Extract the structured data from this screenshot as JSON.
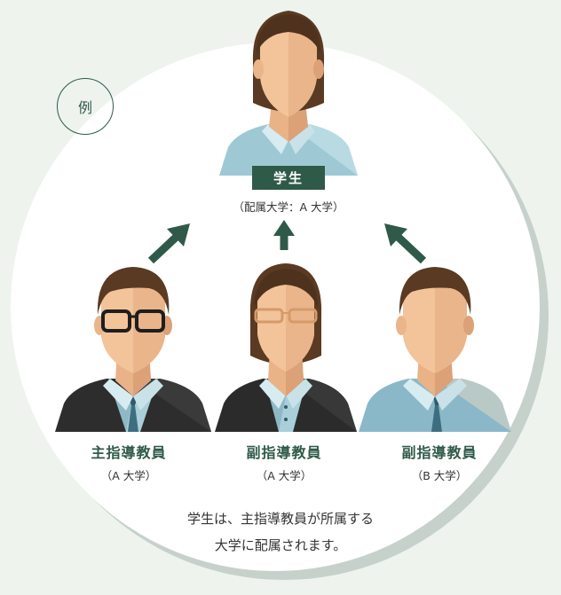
{
  "badge": {
    "label": "例"
  },
  "student": {
    "label": "学生",
    "affiliation": "（配属大学：A 大学）"
  },
  "advisors": [
    {
      "role": "主指導教員",
      "affiliation": "（A 大学）"
    },
    {
      "role": "副指導教員",
      "affiliation": "（A 大学）"
    },
    {
      "role": "副指導教員",
      "affiliation": "（B 大学）"
    }
  ],
  "note": {
    "line1": "学生は、主指導教員が所属する",
    "line2": "大学に配属されます。"
  },
  "colors": {
    "accent": "#2f5a49",
    "background": "#eef3ee",
    "skin": "#f3c39a",
    "skin_shadow": "#e6ab7f",
    "hair": "#5a3a22",
    "shirt": "#a9d3dd",
    "jacket_dark": "#2d2d2d",
    "jacket_light": "#8ab8c8"
  },
  "icons": {
    "arrow": "arrow-up-icon"
  }
}
